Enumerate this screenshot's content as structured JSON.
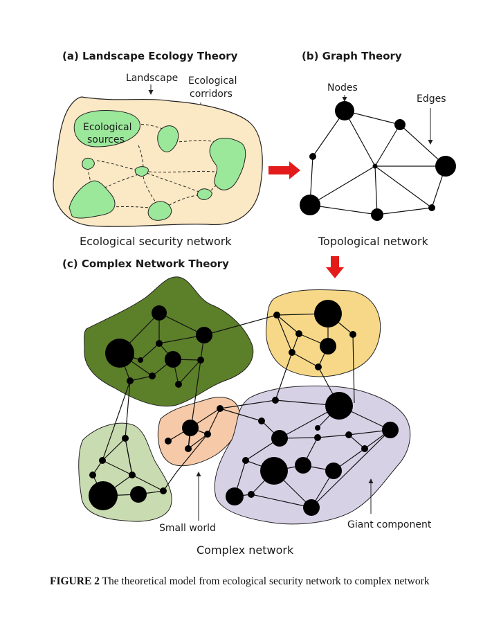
{
  "panel_a": {
    "title": "(a) Landscape Ecology Theory",
    "label_landscape": "Landscape",
    "label_corridors_1": "Ecological",
    "label_corridors_2": "corridors",
    "label_sources_1": "Ecological",
    "label_sources_2": "sources",
    "caption": "Ecological security network"
  },
  "panel_b": {
    "title": "(b) Graph Theory",
    "label_nodes": "Nodes",
    "label_edges": "Edges",
    "caption": "Topological network"
  },
  "panel_c": {
    "title": "(c)  Complex Network Theory",
    "label_small_world": "Small world",
    "label_giant_component": "Giant component",
    "caption": "Complex network"
  },
  "figure_caption": {
    "label": "FIGURE 2",
    "text": " The theoretical model from ecological security network to complex network"
  },
  "colors": {
    "landscape_fill": "#fbe8c4",
    "source_fill": "#9be89b",
    "arrow": "#e31b1b",
    "dark_green_cluster": "#5c7f2a",
    "yellow_cluster": "#f7d888",
    "orange_cluster": "#f6c9a8",
    "light_green_cluster": "#c9dbb0",
    "lavender_cluster": "#d7d1e6"
  }
}
